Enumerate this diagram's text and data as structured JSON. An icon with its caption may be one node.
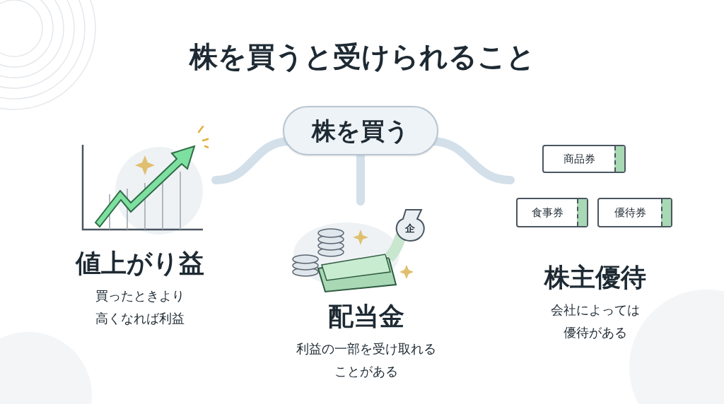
{
  "diagram": {
    "title": "株を買うと受けられること",
    "nodes": [
      {
        "text": [
          "株を買う"
        ]
      },
      {
        "text": [
          "値上がり益",
          "買ったときより高くなれば利益"
        ]
      },
      {
        "text": [
          "配当金",
          "利益の一部を受け取れることがある"
        ]
      },
      {
        "text": [
          "株主優待",
          "会社によっては優待がある"
        ]
      },
      {
        "text": [
          "商品券"
        ],
        "in": 3
      },
      {
        "text": [
          "食事券"
        ],
        "in": 3
      },
      {
        "text": [
          "優待券"
        ],
        "in": 3
      }
    ],
    "edges": [
      {
        "from": 0,
        "to": 1,
        "arrow": "none"
      },
      {
        "from": 0,
        "to": 2,
        "arrow": "none"
      },
      {
        "from": 0,
        "to": 3,
        "arrow": "none"
      }
    ],
    "labels": [
      "企"
    ]
  }
}
